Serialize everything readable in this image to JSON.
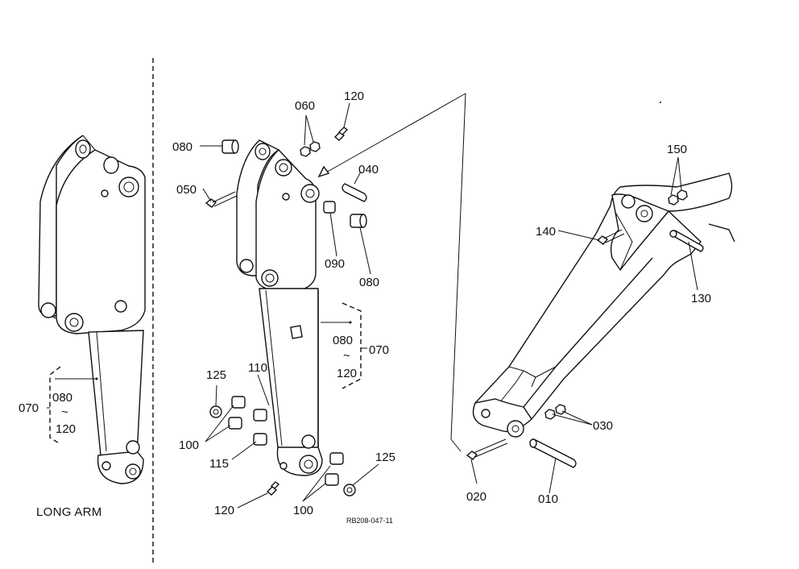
{
  "diagram": {
    "figure_code": "RB208-047-11",
    "long_arm_label": "LONG ARM",
    "callouts": {
      "left_070": "070",
      "left_080": "080",
      "left_tilde": "~",
      "left_120": "120",
      "c060": "060",
      "c120_top": "120",
      "c080_top": "080",
      "c040": "040",
      "c050": "050",
      "c090": "090",
      "c080_mid": "080",
      "c080_group": "080",
      "c_tilde_group": "~",
      "c120_group": "120",
      "c070_group": "070",
      "c125_left": "125",
      "c110": "110",
      "c100_left": "100",
      "c115": "115",
      "c125_right": "125",
      "c120_bottom": "120",
      "c100_bottom": "100",
      "c150": "150",
      "c140": "140",
      "c130": "130",
      "c030": "030",
      "c020": "020",
      "c010": "010"
    }
  }
}
